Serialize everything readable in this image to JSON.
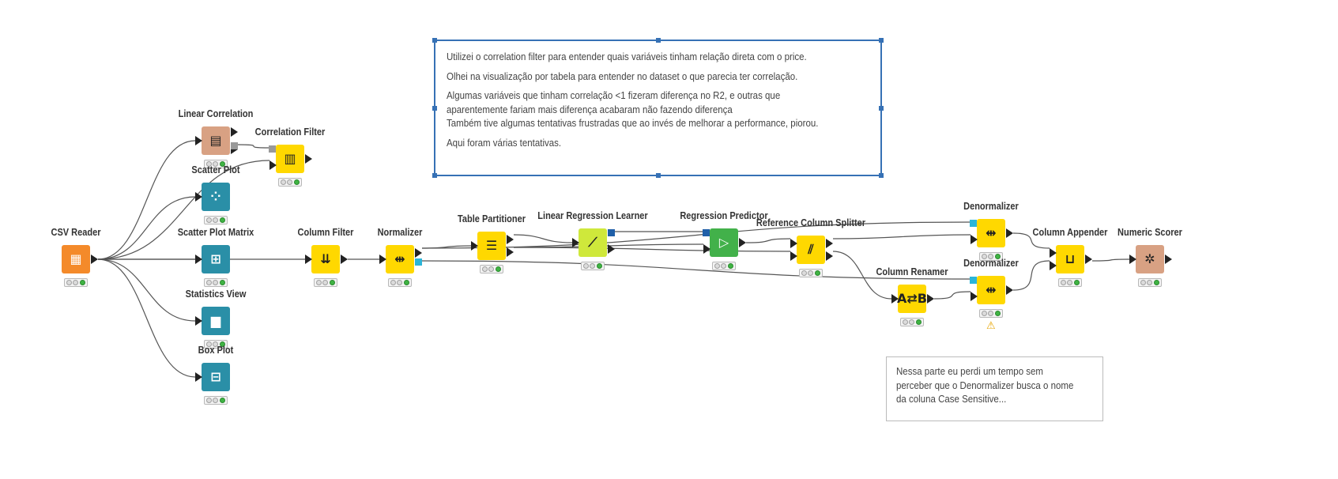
{
  "workflow": {
    "nodes": [
      {
        "id": "csv-reader",
        "label": "CSV Reader",
        "icon": "table-import-icon",
        "glyph": "▦",
        "color": "orange",
        "status": "executed"
      },
      {
        "id": "linear-correlation",
        "label": "Linear Correlation",
        "icon": "correlation-matrix-icon",
        "glyph": "▤",
        "color": "tan",
        "status": "executed"
      },
      {
        "id": "correlation-filter",
        "label": "Correlation Filter",
        "icon": "filter-matrix-icon",
        "glyph": "▥",
        "color": "yellow",
        "status": "executed"
      },
      {
        "id": "scatter-plot",
        "label": "Scatter Plot",
        "icon": "scatter-plot-icon",
        "glyph": "⁘",
        "color": "teal",
        "status": "executed"
      },
      {
        "id": "scatter-plot-matrix",
        "label": "Scatter Plot Matrix",
        "icon": "scatter-matrix-icon",
        "glyph": "⊞",
        "color": "teal",
        "status": "executed"
      },
      {
        "id": "statistics-view",
        "label": "Statistics View",
        "icon": "bar-chart-icon",
        "glyph": "▆",
        "color": "teal",
        "status": "executed"
      },
      {
        "id": "box-plot",
        "label": "Box Plot",
        "icon": "box-plot-icon",
        "glyph": "⊟",
        "color": "teal",
        "status": "executed"
      },
      {
        "id": "column-filter",
        "label": "Column Filter",
        "icon": "column-filter-icon",
        "glyph": "⇊",
        "color": "yellow",
        "status": "executed"
      },
      {
        "id": "normalizer",
        "label": "Normalizer",
        "icon": "normalize-icon",
        "glyph": "⇹",
        "color": "yellow",
        "status": "executed"
      },
      {
        "id": "table-partitioner",
        "label": "Table Partitioner",
        "icon": "partition-icon",
        "glyph": "☰",
        "color": "yellow",
        "status": "executed"
      },
      {
        "id": "linear-regression-learner",
        "label": "Linear Regression Learner",
        "icon": "regression-learner-icon",
        "glyph": "⟋",
        "color": "lime",
        "status": "executed"
      },
      {
        "id": "regression-predictor",
        "label": "Regression Predictor",
        "icon": "predictor-icon",
        "glyph": "▷",
        "color": "green",
        "status": "executed"
      },
      {
        "id": "reference-column-splitter",
        "label": "Reference Column Splitter",
        "icon": "column-splitter-icon",
        "glyph": "⫽",
        "color": "yellow",
        "status": "executed"
      },
      {
        "id": "column-renamer",
        "label": "Column Renamer",
        "icon": "rename-icon",
        "glyph": "A⇄B",
        "color": "yellow",
        "status": "executed"
      },
      {
        "id": "denormalizer-1",
        "label": "Denormalizer",
        "icon": "denormalize-icon",
        "glyph": "⇹",
        "color": "yellow",
        "status": "executed"
      },
      {
        "id": "denormalizer-2",
        "label": "Denormalizer",
        "icon": "denormalize-icon",
        "glyph": "⇹",
        "color": "yellow",
        "status": "executed",
        "warning": true
      },
      {
        "id": "column-appender",
        "label": "Column Appender",
        "icon": "column-append-icon",
        "glyph": "⊔",
        "color": "yellow",
        "status": "executed"
      },
      {
        "id": "numeric-scorer",
        "label": "Numeric Scorer",
        "icon": "scorer-icon",
        "glyph": "✲",
        "color": "tan",
        "status": "executed"
      }
    ],
    "colors": {
      "orange": "#f48a2a",
      "yellow": "#ffd800",
      "teal": "#2a8fa7",
      "green": "#42b14a",
      "lime": "#cfe83b",
      "tan": "#d8a183",
      "port_model": "#1f5fa8",
      "port_params": "#2bb5d8",
      "port_gray": "#999999",
      "annotation_border": "#3671b5",
      "warning": "#e7a400"
    }
  },
  "annotations": {
    "main": {
      "paragraphs": [
        "Utilizei o correlation filter para entender quais variáveis tinham relação direta com o price.",
        "Olhei na visualização por tabela para entender no dataset o que parecia ter correlação.",
        "Algumas variáveis que tinham correlação <1 fizeram diferença no R2, e outras que",
        "aparentemente fariam mais diferença acabaram não fazendo diferença",
        "Também tive algumas tentativas frustradas que ao invés de melhorar a performance, piorou.",
        "Aqui foram várias tentativas."
      ]
    },
    "side": {
      "lines": [
        "Nessa parte eu perdi um tempo sem",
        "perceber que o Denormalizer busca o nome",
        "da coluna Case Sensitive..."
      ]
    }
  }
}
